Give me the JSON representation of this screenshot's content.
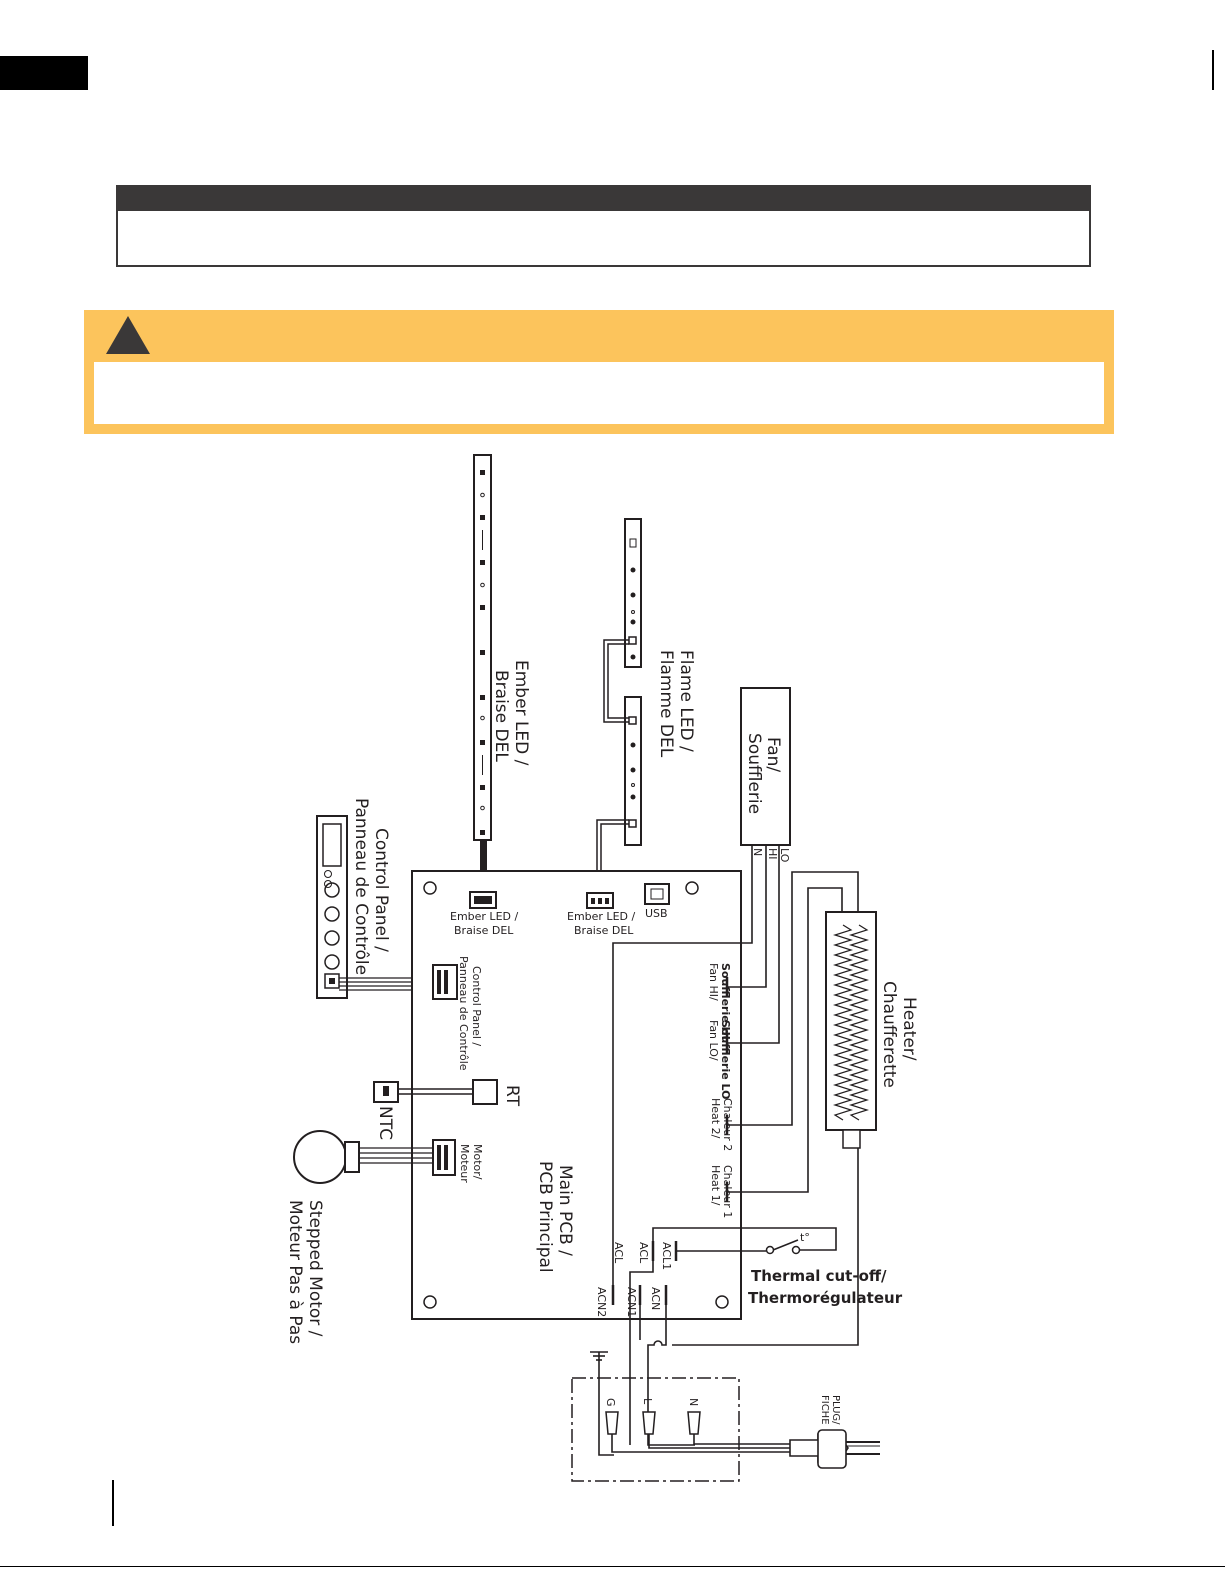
{
  "labels": {
    "ember_led": [
      "Ember LED /",
      "Braise DEL"
    ],
    "flame_led": [
      "Flame LED /",
      "Flamme DEL"
    ],
    "fan": [
      "Fan/",
      "Soufflerie"
    ],
    "fan_n": "N",
    "fan_hi": "HI",
    "fan_lo": "LO",
    "control_panel": [
      "Control Panel /",
      "Panneau de Contrôle"
    ],
    "pcb_ember": [
      "Ember LED /",
      "Braise DEL"
    ],
    "pcb_ember2": [
      "Ember LED /",
      "Braise DEL"
    ],
    "usb": "USB",
    "pcb_control": [
      "Control Panel /",
      "Panneau de Contrôle"
    ],
    "rt": "RT",
    "ntc": "NTC",
    "pcb_motor": [
      "Motor/",
      "Moteur"
    ],
    "stepped_motor": [
      "Stepped Motor /",
      "Moteur Pas à Pas"
    ],
    "main_pcb": [
      "Main PCB /",
      "PCB Principal"
    ],
    "fan_hi_term": [
      "Fan HI/",
      "Soufflerie HI"
    ],
    "fan_lo_term": [
      "Fan LO/",
      "Soufflerie LO"
    ],
    "heat2_term": [
      "Heat 2/",
      "Chaleur 2"
    ],
    "heat1_term": [
      "Heat 1/",
      "Chaleur 1"
    ],
    "acl1": "ACL1",
    "acl_a": "ACL",
    "acl_b": "ACL",
    "acn": "ACN",
    "acn1": "ACN1",
    "acn2": "ACN2",
    "heater": [
      "Heater/",
      "Chaufferette"
    ],
    "thermal": [
      "Thermal cut-off/",
      "Thermorégulateur"
    ],
    "t_degree": "t°",
    "plug": [
      "PLUG/",
      "FICHE"
    ],
    "term_g": "G",
    "term_l": "L",
    "term_n": "N"
  }
}
